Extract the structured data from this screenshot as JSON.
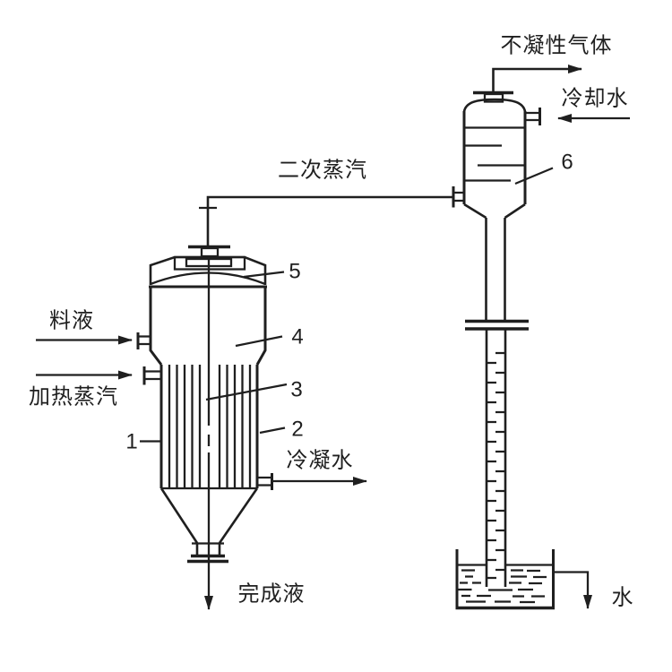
{
  "colors": {
    "ink": "#1f1f1f",
    "background": "#ffffff"
  },
  "streams": {
    "noncondensable_gas": "不凝性气体",
    "cooling_water": "冷却水",
    "secondary_vapor": "二次蒸汽",
    "feed": "料液",
    "heating_steam": "加热蒸汽",
    "condensate": "冷凝水",
    "product": "完成液",
    "water": "水"
  },
  "part_labels": [
    "1",
    "2",
    "3",
    "4",
    "5",
    "6"
  ]
}
